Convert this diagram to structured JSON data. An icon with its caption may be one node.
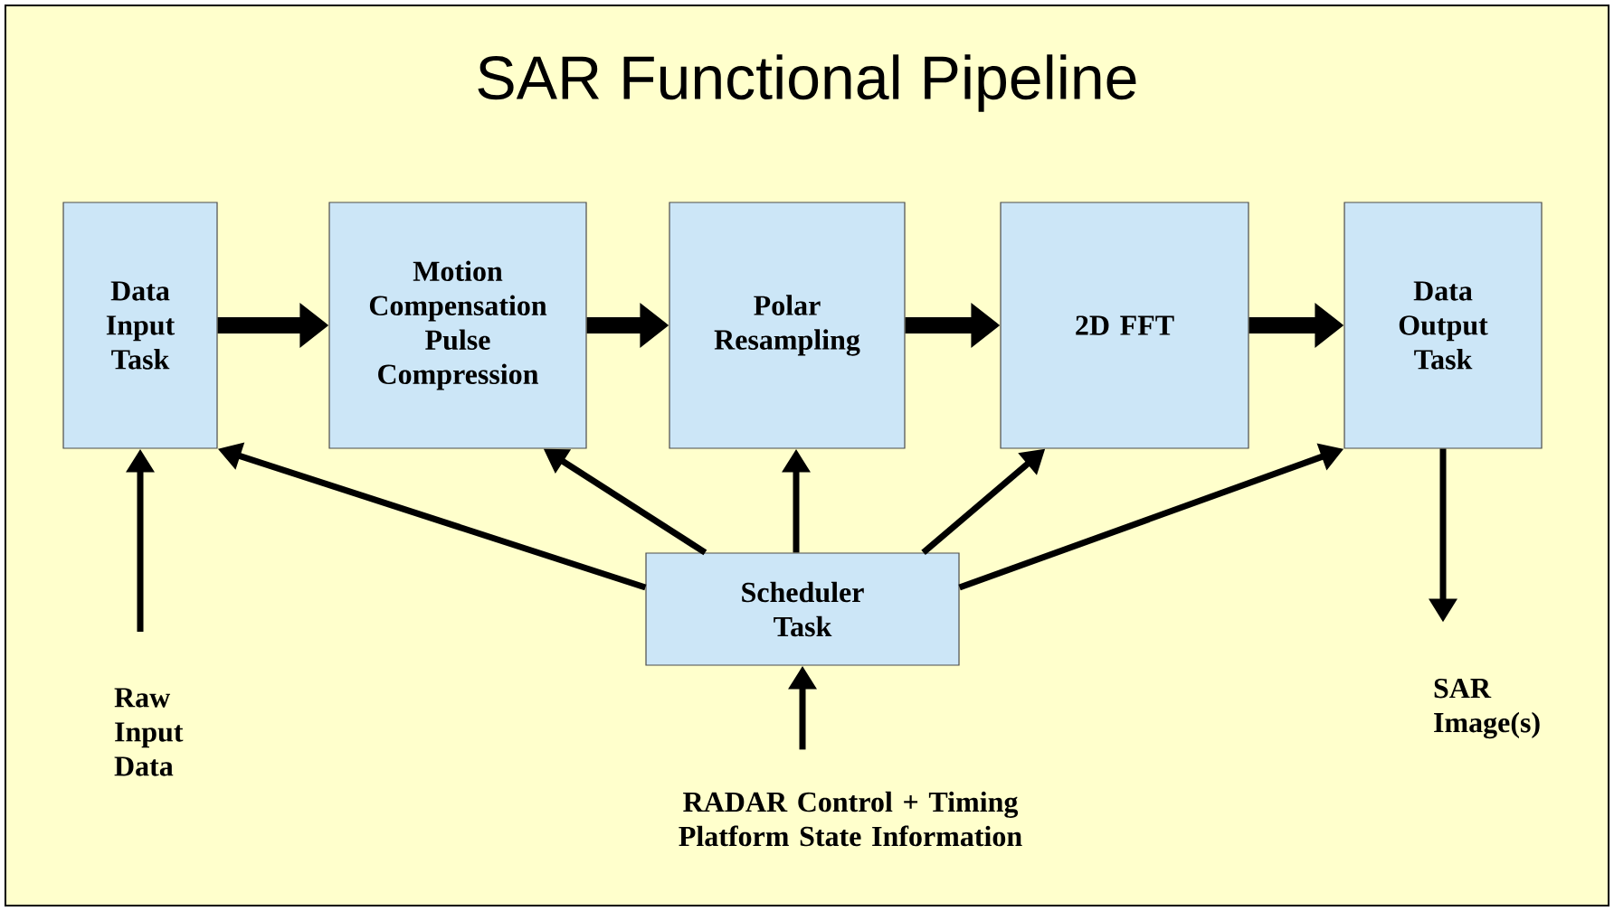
{
  "diagram": {
    "title": "SAR Functional Pipeline",
    "nodes": [
      {
        "text": [
          "Data Input Task"
        ]
      },
      {
        "text": [
          "Motion Compensation Pulse Compression"
        ]
      },
      {
        "text": [
          "Polar Resampling"
        ]
      },
      {
        "text": [
          "2D FFT"
        ]
      },
      {
        "text": [
          "Data Output Task"
        ]
      },
      {
        "text": [
          "Scheduler Task"
        ]
      },
      {
        "text": [
          "Raw Input Data"
        ]
      },
      {
        "text": [
          "SAR Image(s)"
        ]
      },
      {
        "text": [
          "RADAR Control + Timing Platform State Information"
        ]
      }
    ],
    "edges": [
      {
        "from": 0,
        "to": 1,
        "arrow": "to",
        "style": "thick"
      },
      {
        "from": 1,
        "to": 2,
        "arrow": "to",
        "style": "thick"
      },
      {
        "from": 2,
        "to": 3,
        "arrow": "to",
        "style": "thick"
      },
      {
        "from": 3,
        "to": 4,
        "arrow": "to",
        "style": "thick"
      },
      {
        "from": 5,
        "to": 0,
        "arrow": "to"
      },
      {
        "from": 5,
        "to": 1,
        "arrow": "to"
      },
      {
        "from": 5,
        "to": 2,
        "arrow": "to"
      },
      {
        "from": 5,
        "to": 3,
        "arrow": "to"
      },
      {
        "from": 5,
        "to": 4,
        "arrow": "to"
      },
      {
        "from": 6,
        "to": 0,
        "arrow": "to"
      },
      {
        "from": 4,
        "to": 7,
        "arrow": "to"
      },
      {
        "from": 8,
        "to": 5,
        "arrow": "to"
      }
    ]
  }
}
